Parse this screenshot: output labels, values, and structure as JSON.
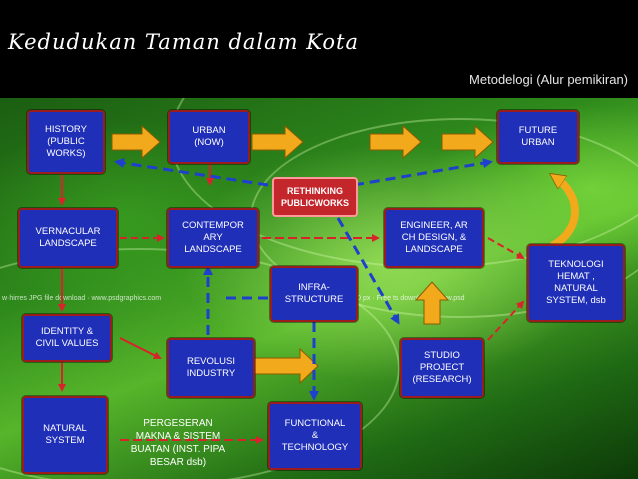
{
  "title": "Kedudukan Taman dalam Kota",
  "subtitle": "Metodelogi (Alur pemikiran)",
  "background_ticker": {
    "left": "w·hirres JPG file download  ·  www.psdgraphics.com",
    "right": "x3750 px  ·  Free           ts download  ·  www.psd"
  },
  "nodes": {
    "history": "HISTORY\n(PUBLIC\nWORKS)",
    "urban_now": "URBAN\n(NOW)",
    "future_urban": "FUTURE\nURBAN",
    "rethinking": "RETHINKING\nPUBLICWORKS",
    "vernacular": "VERNACULAR\nLANDSCAPE",
    "contemporary": "CONTEMPOR\nARY\nLANDSCAPE",
    "engineer": "ENGINEER, AR\nCH DESIGN,  &\nLANDSCAPE",
    "teknologi": "TEKNOLOGI\nHEMAT ,\nNATURAL\nSYSTEM, dsb",
    "infrastructure": "INFRA-\nSTRUCTURE",
    "identity": "IDENTITY &\nCIVIL VALUES",
    "revolusi": "REVOLUSI\nINDUSTRY",
    "studio": "STUDIO\nPROJECT\n(RESEARCH)",
    "natural": "NATURAL\nSYSTEM",
    "pergeseran": "PERGESERAN\nMAKNA & SISTEM\nBUATAN (INST. PIPA\nBESAR dsb)",
    "functional": "FUNCTIONAL\n&\nTECHNOLOGY"
  },
  "colors": {
    "node_fill": "#1f2fb8",
    "node_border": "#9a1c1c",
    "highlight_fill": "#c3262b",
    "orange_arrow": "#f2a91c",
    "red_arrow": "#d9232a",
    "blue_dashed": "#1f3fcf"
  }
}
